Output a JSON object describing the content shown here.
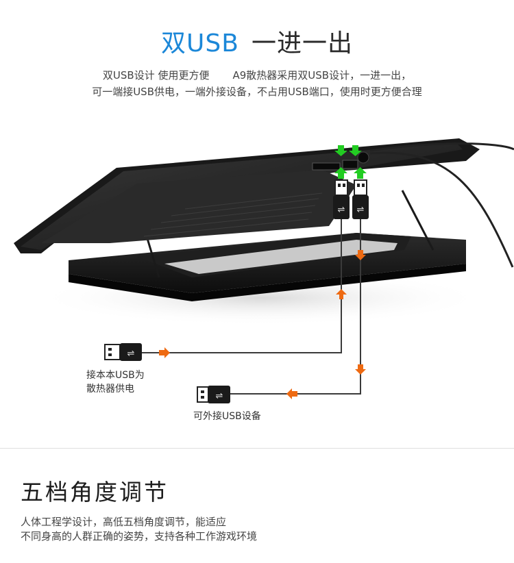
{
  "header": {
    "title_accent": "双USB",
    "title_rest": "一进一出",
    "desc_line1_a": "双USB设计 使用更方便",
    "desc_line1_b": "A9散热器采用双USB设计，一进一出，",
    "desc_line2": "可一端接USB供电，一端外接设备，不占用USB端口，使用时更方便合理"
  },
  "diagram": {
    "label_power": "接本本USB为\n散热器供电",
    "label_power_1": "接本本USB为",
    "label_power_2": "散热器供电",
    "label_external": "可外接USB设备",
    "arrow_color_green": "#22cc22",
    "arrow_color_orange": "#ee6a12",
    "icons": [
      "usb-plug-icon",
      "usb-symbol-icon",
      "laptop-cooler-stand"
    ]
  },
  "section2": {
    "title": "五档角度调节",
    "desc_line1": "人体工程学设计，高低五档角度调节，能适应",
    "desc_line2": "不同身高的人群正确的姿势，支持各种工作游戏环境"
  }
}
